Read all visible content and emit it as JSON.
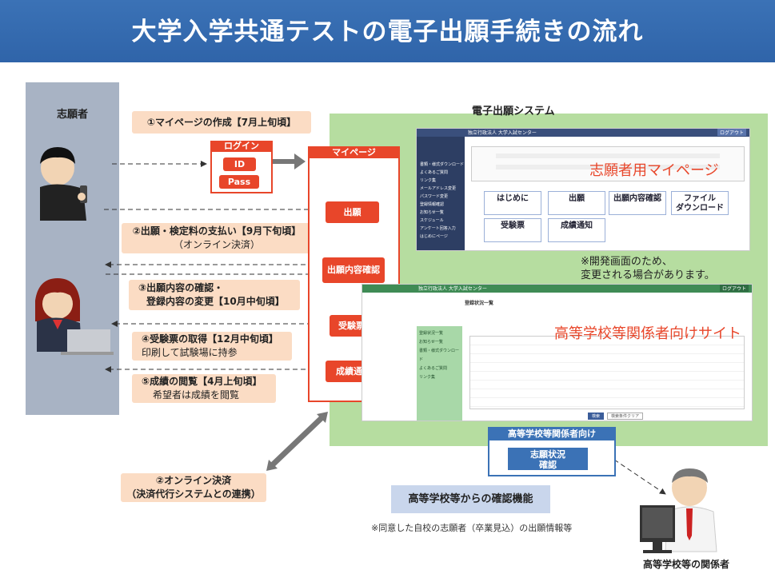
{
  "header": {
    "title": "大学入学共通テストの電子出願手続きの流れ"
  },
  "applicant": {
    "label": "志願者"
  },
  "steps": {
    "s1": "①マイページの作成【7月上旬頃】",
    "s2": "②出願・検定料の支払い【9月下旬頃】",
    "s2_sub": "（オンライン決済）",
    "s3a": "③出願内容の確認・",
    "s3b": "登録内容の変更【10月中旬頃】",
    "s4": "④受験票の取得【12月中旬頃】",
    "s4_sub": "印刷して試験場に持参",
    "s5": "⑤成績の閲覧【4月上旬頃】",
    "s5_sub": "希望者は成績を閲覧",
    "online_a": "②オンライン決済",
    "online_b": "（決済代行システムとの連携）"
  },
  "login": {
    "header": "ログイン",
    "id": "ID",
    "pass": "Pass"
  },
  "mypage": {
    "header": "マイページ",
    "buttons": [
      "出願",
      "出願内容確認",
      "受験票",
      "成績通知"
    ]
  },
  "system": {
    "title": "電子出願システム",
    "mypage_label": "志願者用マイページ",
    "note": [
      "※開発画面のため、",
      "変更される場合があります。"
    ],
    "hs_site_label": "高等学校等関係者向けサイト",
    "screen1": {
      "org": "独立行政法人 大学入試センター",
      "sidebar": [
        "書類・様式ダウンロード",
        "よくあるご質問",
        "リンク集",
        "メールアドレス変更",
        "パスワード変更",
        "登録情報確認",
        "お知らせ一覧",
        "スケジュール",
        "アンケート回答入力",
        "はじめにページ"
      ],
      "tiles": [
        "はじめに",
        "出願",
        "出願内容確認",
        "ファイル\nダウンロード",
        "受験票",
        "成績通知"
      ],
      "logout": "ログアウト"
    },
    "screen2": {
      "org": "独立行政法人 大学入試センター",
      "section": "登録状況一覧",
      "sidebar": [
        "登録状況一覧",
        "お知らせ一覧",
        "書類・様式ダウンロード",
        "よくあるご質問",
        "リンク集"
      ],
      "logout": "ログアウト",
      "search": "検索",
      "clear": "検索条件クリア"
    }
  },
  "hs": {
    "header": "高等学校等関係者向け",
    "button": [
      "志願状況",
      "確認"
    ],
    "feature": "高等学校等からの確認機能",
    "footnote": "※同意した自校の志願者（卒業見込）の出願情報等",
    "person": "高等学校等の関係者"
  },
  "colors": {
    "header": "#3b72b6",
    "accent": "#e8462a",
    "system_bg": "#b6dda0",
    "lane": "#a8b3c4"
  }
}
